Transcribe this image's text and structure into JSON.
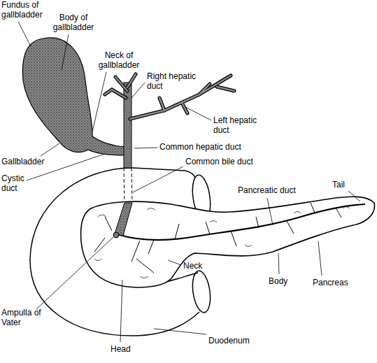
{
  "diagram": {
    "labels": [
      "Fundus of gallbladder",
      "Body of gallbladder",
      "Neck of gallbladder",
      "Right hepatic duct",
      "Left hepatic duct",
      "Common hepatic duct",
      "Gallbladder",
      "Cystic duct",
      "Common bile duct",
      "Pancreatic duct",
      "Tail",
      "Neck",
      "Body",
      "Pancreas",
      "Ampulla of Vater",
      "Head",
      "Duodenum"
    ]
  }
}
